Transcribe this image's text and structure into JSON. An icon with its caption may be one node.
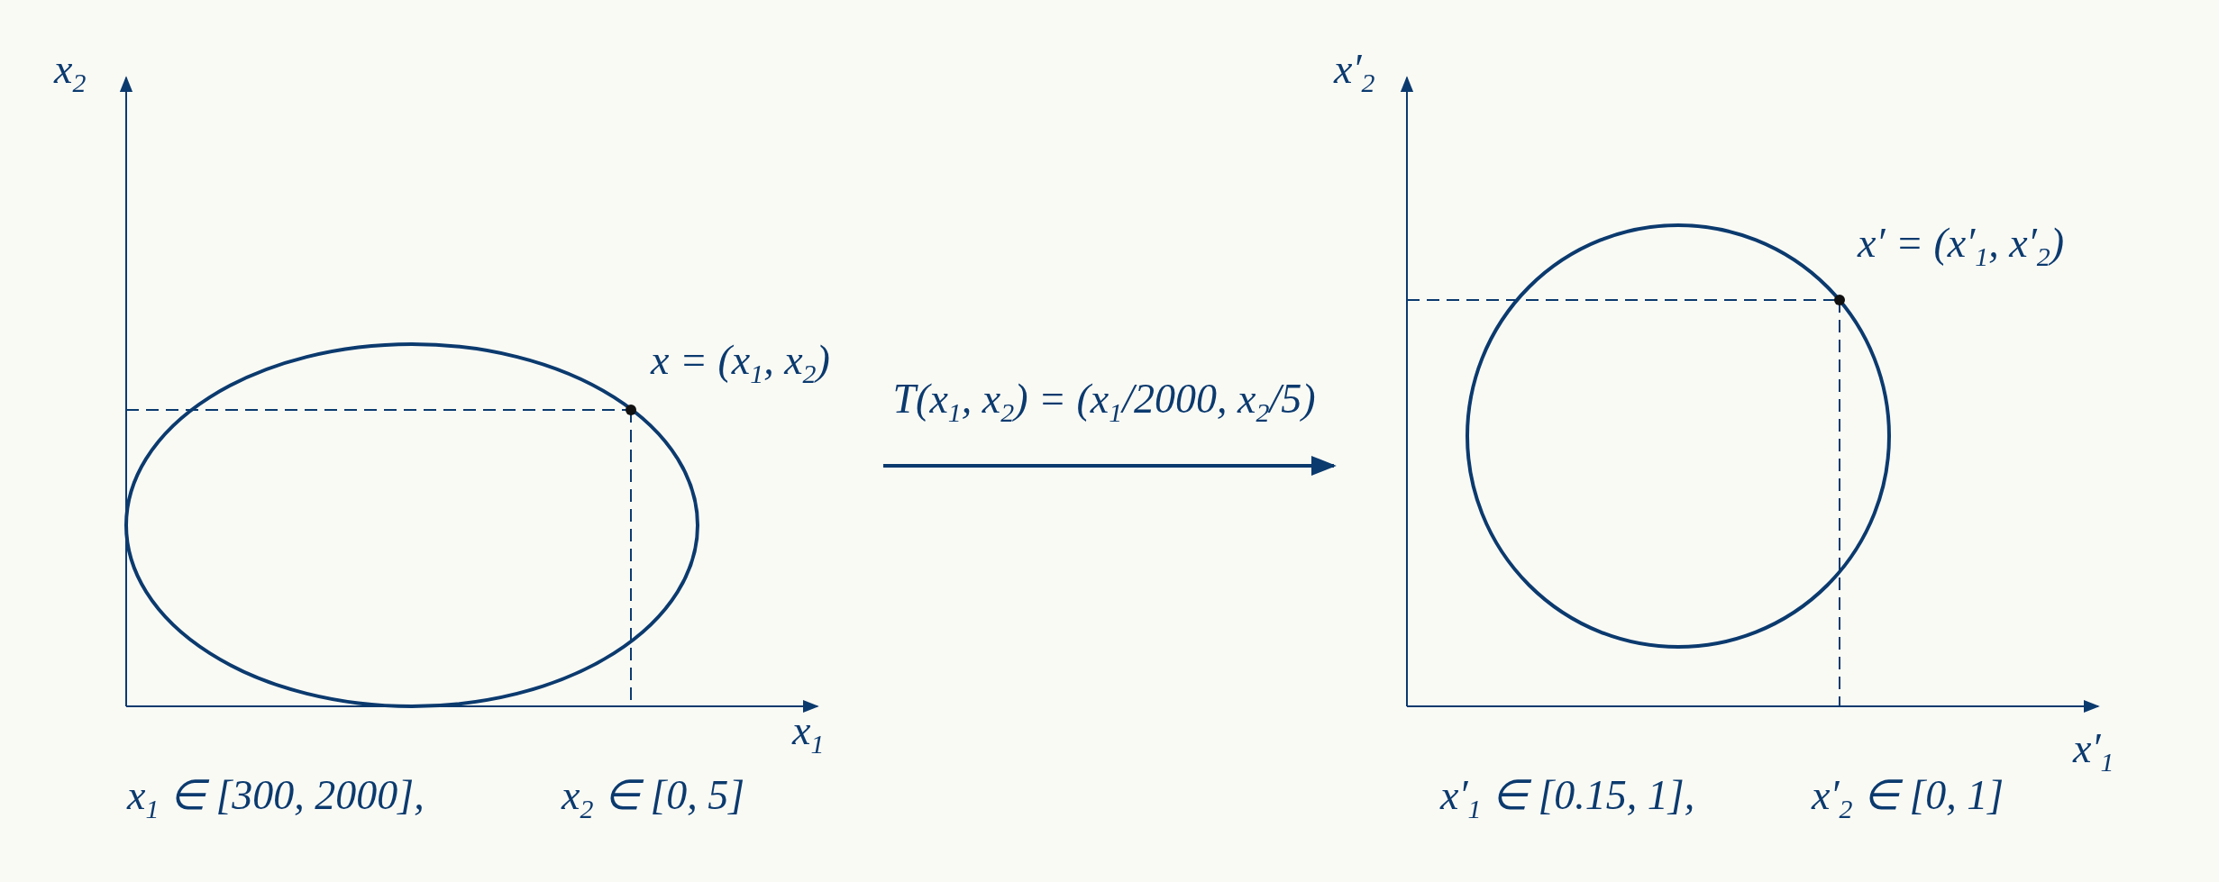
{
  "diagram": {
    "nodes": [
      {
        "text": [],
        "shape": "picture"
      },
      {
        "text": [],
        "shape": "picture"
      }
    ],
    "edges": [
      {
        "from": 0,
        "to": 1,
        "arrow": "to",
        "label": "T(x$_{1}$, x$_{2}$) = (x$_{1}$/2000, x$_{2}$/5)"
      }
    ],
    "labels": [
      "x$_{2}$",
      "x′$_{2}$",
      "x′ = (x′$_{1}$, x′$_{2}$)",
      "x = (x$_{1}$, x$_{2}$)",
      "x$_{1}$",
      "x′$_{1}$",
      "x$_{1}$ ∈ [300, 2000],",
      "x$_{2}$ ∈ [0, 5]",
      "x′$_{1}$ ∈ [0.15, 1],",
      "x′$_{2}$ ∈ [0, 1]"
    ]
  }
}
